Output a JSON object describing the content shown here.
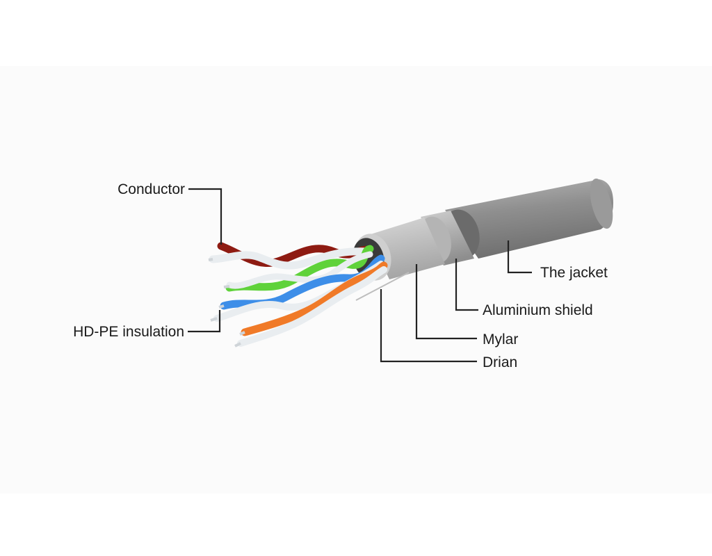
{
  "diagram": {
    "labels": {
      "conductor": "Conductor",
      "insulation": "HD-PE insulation",
      "jacket": "The jacket",
      "shield": "Aluminium shield",
      "mylar": "Mylar",
      "drain": "Drian"
    },
    "colors": {
      "background": "#fbfbfb",
      "jacket": "#8c8c8c",
      "shield": "#a9a9a9",
      "mylar": "#c4c4c4",
      "pair_brown": "#8e1b12",
      "pair_green": "#5fd23a",
      "pair_blue": "#3d8ee8",
      "pair_orange": "#f07a28",
      "white_wire": "#e9edf0",
      "leader_line": "#222222"
    }
  }
}
